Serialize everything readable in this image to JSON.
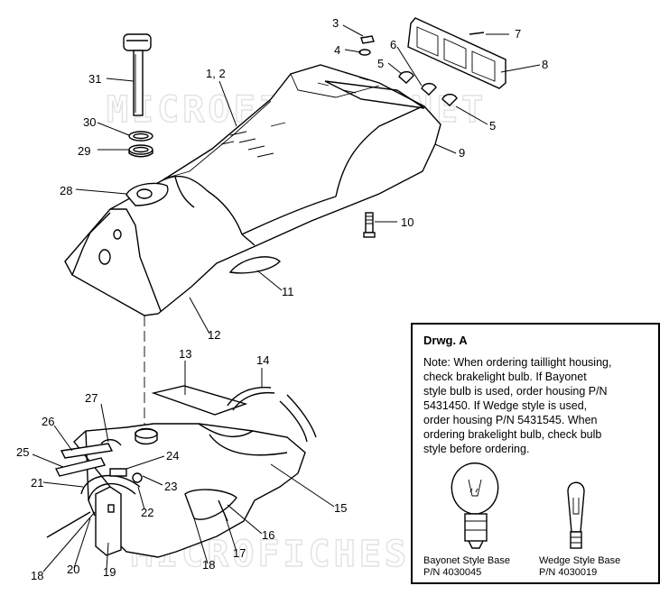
{
  "watermark": {
    "text_upper": "MICROFICHES.NET",
    "text_lower": "MICROFICHES.NET"
  },
  "callouts": [
    "1, 2",
    "3",
    "4",
    "5",
    "6",
    "7",
    "8",
    "5",
    "9",
    "10",
    "11",
    "12",
    "13",
    "14",
    "15",
    "16",
    "17",
    "18",
    "18",
    "19",
    "20",
    "21",
    "22",
    "23",
    "24",
    "25",
    "26",
    "27",
    "28",
    "29",
    "30",
    "31"
  ],
  "note": {
    "title": "Drwg. A",
    "text": "Note: When ordering taillight housing,\ncheck brakelight bulb.  If Bayonet\nstyle bulb is  used, order housing P/N\n5431450.  If Wedge style is used,\norder housing P/N 5431545.  When\nordering brakelight bulb, check bulb\nstyle before ordering.",
    "bayonet_caption": "Bayonet Style Base\nP/N 4030045",
    "wedge_caption": "Wedge Style Base\nP/N 4030019"
  }
}
